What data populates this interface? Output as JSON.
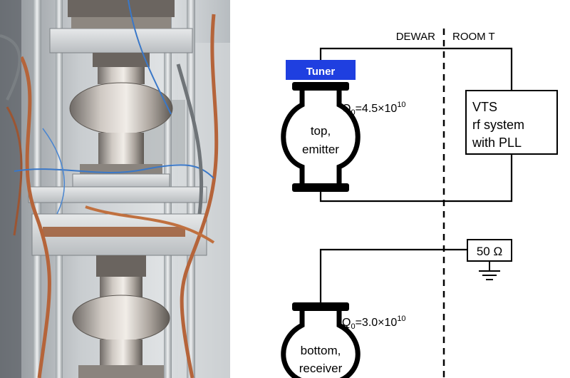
{
  "diagram": {
    "region_labels": {
      "dewar": "DEWAR",
      "room_t": "ROOM T"
    },
    "tuner_label": "Tuner",
    "top_cavity": {
      "label_line1": "top,",
      "label_line2": "emitter",
      "q_prefix": "Q",
      "q_subscript": "0",
      "q_value": "=4.5×10",
      "q_exponent": "10"
    },
    "bottom_cavity": {
      "label_line1": "bottom,",
      "label_line2": "receiver",
      "q_prefix": "Q",
      "q_subscript": "0",
      "q_value": "=3.0×10",
      "q_exponent": "10"
    },
    "rf_system": {
      "line1": "VTS",
      "line2": "rf system",
      "line3": "with PLL"
    },
    "load_label": "50 Ω",
    "colors": {
      "tuner_fill": "#1f3fe0",
      "tuner_text": "#ffffff",
      "line": "#000000"
    }
  },
  "photo": {
    "description_icon": "cryostat-test-stand-photo"
  }
}
